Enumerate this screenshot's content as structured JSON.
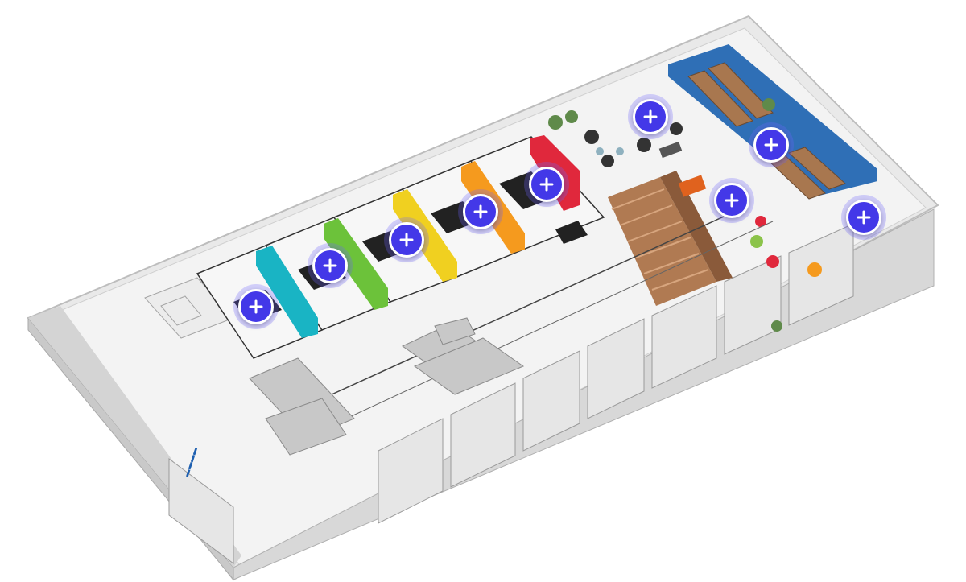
{
  "scene": {
    "colors": {
      "floor": "#f1f1f1",
      "wall": "#dcdcdc",
      "booth_teal": "#19b4c4",
      "booth_green": "#6cc23a",
      "booth_yellow": "#f0d020",
      "booth_orange": "#f59a1e",
      "booth_red": "#e0283c",
      "office_blue": "#2f6fb6",
      "stairs": "#b07a52",
      "hotspot": "#4338e8"
    }
  },
  "hotspots": [
    {
      "id": "booth-teal",
      "icon": "plus-icon"
    },
    {
      "id": "booth-green",
      "icon": "plus-icon"
    },
    {
      "id": "booth-yellow",
      "icon": "plus-icon"
    },
    {
      "id": "booth-orange",
      "icon": "plus-icon"
    },
    {
      "id": "booth-red",
      "icon": "plus-icon"
    },
    {
      "id": "lounge",
      "icon": "plus-icon"
    },
    {
      "id": "office",
      "icon": "plus-icon"
    },
    {
      "id": "seating",
      "icon": "plus-icon"
    },
    {
      "id": "corner-room",
      "icon": "plus-icon"
    }
  ]
}
